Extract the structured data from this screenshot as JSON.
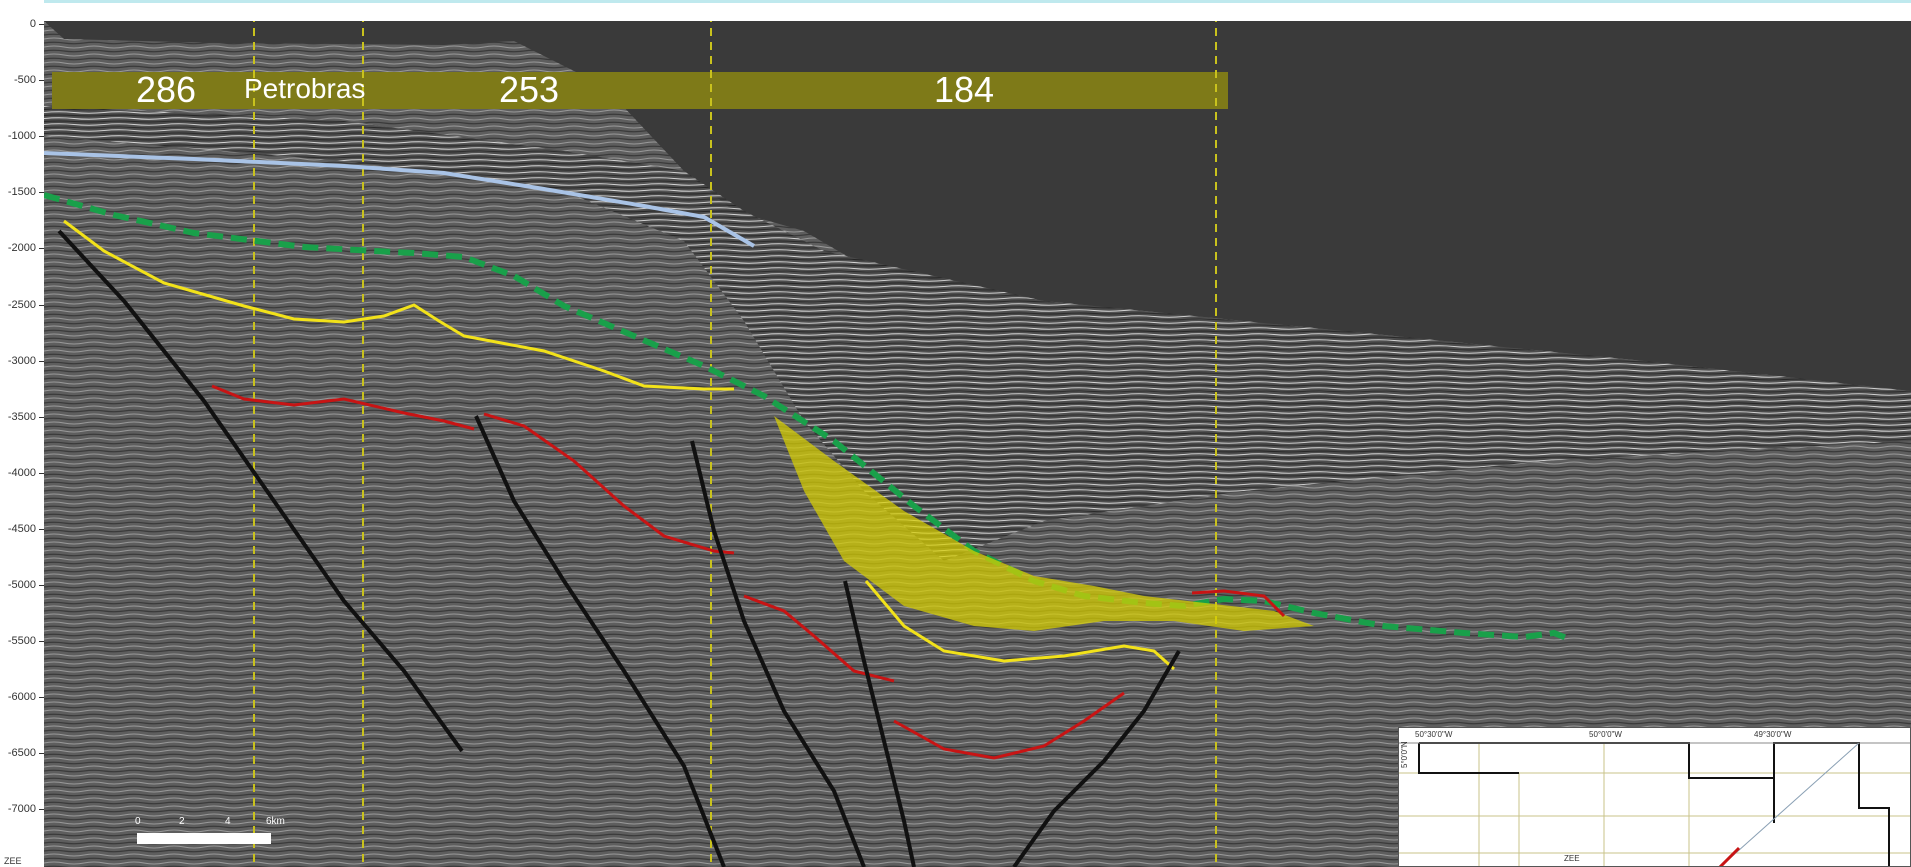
{
  "depth_axis": {
    "ticks": [
      "0",
      "-500",
      "-1000",
      "-1500",
      "-2000",
      "-2500",
      "-3000",
      "-3500",
      "-4000",
      "-4500",
      "-5000",
      "-5500",
      "-6000",
      "-6500",
      "-7000"
    ],
    "min": -7600,
    "max": 0
  },
  "blocks": [
    {
      "label": "286",
      "size": 36
    },
    {
      "label": "Petrobras",
      "size": 28
    },
    {
      "label": "253",
      "size": 36
    },
    {
      "label": "184",
      "size": 36
    }
  ],
  "colors": {
    "background": "#ffffff",
    "water": "#3a3a3a",
    "seismic": "#6a6a6a",
    "block_bar": "#7e7a18",
    "boundary": "#c9c21d",
    "horizon_blue": "#a9c3e6",
    "horizon_green": "#19a04a",
    "horizon_yellow": "#f2e21a",
    "horizon_red": "#c81414",
    "fault": "#111111",
    "fill_yellow": "#d8d000"
  },
  "scale_bar": {
    "labels": [
      "0",
      "2",
      "4",
      "6km"
    ]
  },
  "inset_map": {
    "longitude_labels": [
      "50°30'0\"W",
      "50°0'0\"W",
      "49°30'0\"W"
    ],
    "latitude_label": "5°0'0\"N",
    "footer_label": "ZEE"
  },
  "bottom_left_label": "ZEE"
}
